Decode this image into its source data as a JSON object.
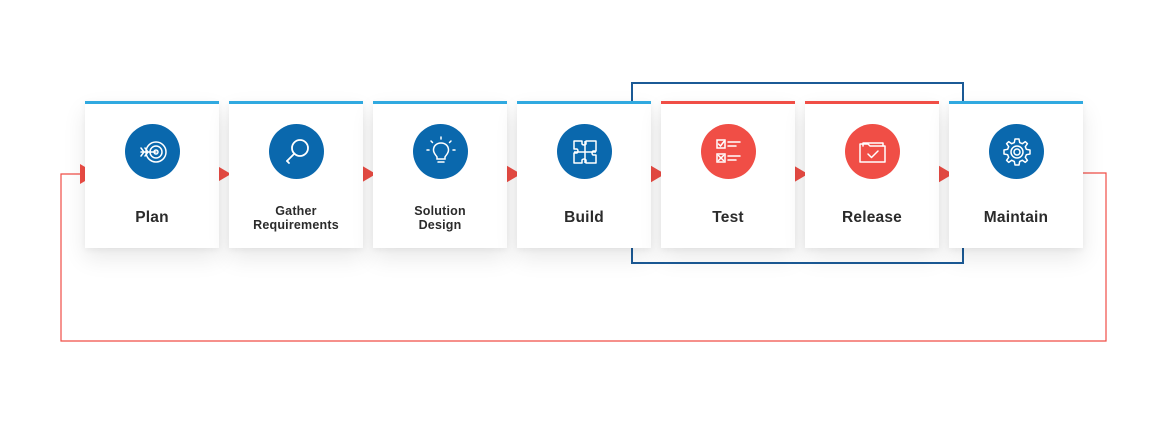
{
  "colors": {
    "blue": "#0a68ad",
    "red": "#f04e46",
    "topbar_blue": "#30a9e0",
    "topbar_red": "#f04e46",
    "bracket": "#1b5a96",
    "loop": "#f04e46"
  },
  "steps": [
    {
      "label": "Plan",
      "icon": "target-icon",
      "theme": "blue"
    },
    {
      "label": "Gather Requirements",
      "icon": "magnifier-icon",
      "theme": "blue"
    },
    {
      "label": "Solution Design",
      "icon": "lightbulb-icon",
      "theme": "blue"
    },
    {
      "label": "Build",
      "icon": "puzzle-icon",
      "theme": "blue"
    },
    {
      "label": "Test",
      "icon": "checklist-icon",
      "theme": "red"
    },
    {
      "label": "Release",
      "icon": "folder-check-icon",
      "theme": "red"
    },
    {
      "label": "Maintain",
      "icon": "gear-icon",
      "theme": "blue"
    }
  ]
}
